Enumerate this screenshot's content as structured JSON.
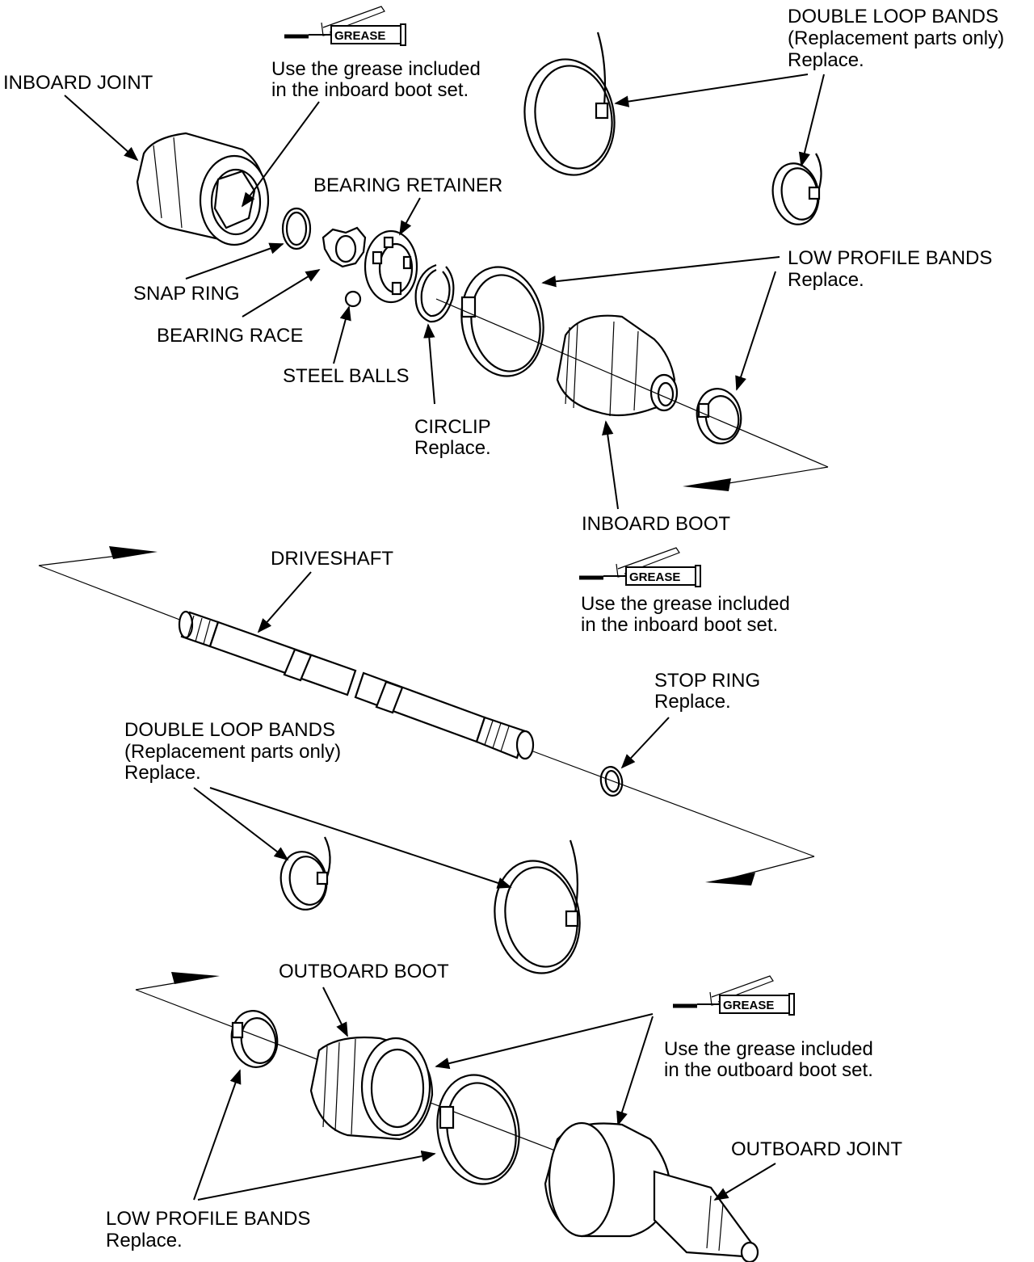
{
  "labels": {
    "inboard_joint": "INBOARD JOINT",
    "grease_top_line1": "Use the grease included",
    "grease_top_line2": "in the inboard boot set.",
    "double_loop_top_line1": "DOUBLE LOOP BANDS",
    "double_loop_top_line2": "(Replacement parts only)",
    "double_loop_top_line3": "Replace.",
    "bearing_retainer": "BEARING RETAINER",
    "low_profile_top_line1": "LOW PROFILE BANDS",
    "low_profile_top_line2": "Replace.",
    "snap_ring": "SNAP RING",
    "bearing_race": "BEARING RACE",
    "steel_balls": "STEEL BALLS",
    "circlip_line1": "CIRCLIP",
    "circlip_line2": "Replace.",
    "inboard_boot": "INBOARD BOOT",
    "grease_mid_line1": "Use the grease included",
    "grease_mid_line2": "in the inboard boot set.",
    "driveshaft": "DRIVESHAFT",
    "stop_ring_line1": "STOP RING",
    "stop_ring_line2": "Replace.",
    "double_loop_mid_line1": "DOUBLE LOOP BANDS",
    "double_loop_mid_line2": "(Replacement parts only)",
    "double_loop_mid_line3": "Replace.",
    "outboard_boot": "OUTBOARD BOOT",
    "grease_bot_line1": "Use the grease included",
    "grease_bot_line2": "in the outboard boot set.",
    "outboard_joint": "OUTBOARD JOINT",
    "low_profile_bot_line1": "LOW PROFILE BANDS",
    "low_profile_bot_line2": "Replace."
  },
  "grease_icon_label": "GREASE",
  "icons": [
    "grease-gun-icon"
  ]
}
